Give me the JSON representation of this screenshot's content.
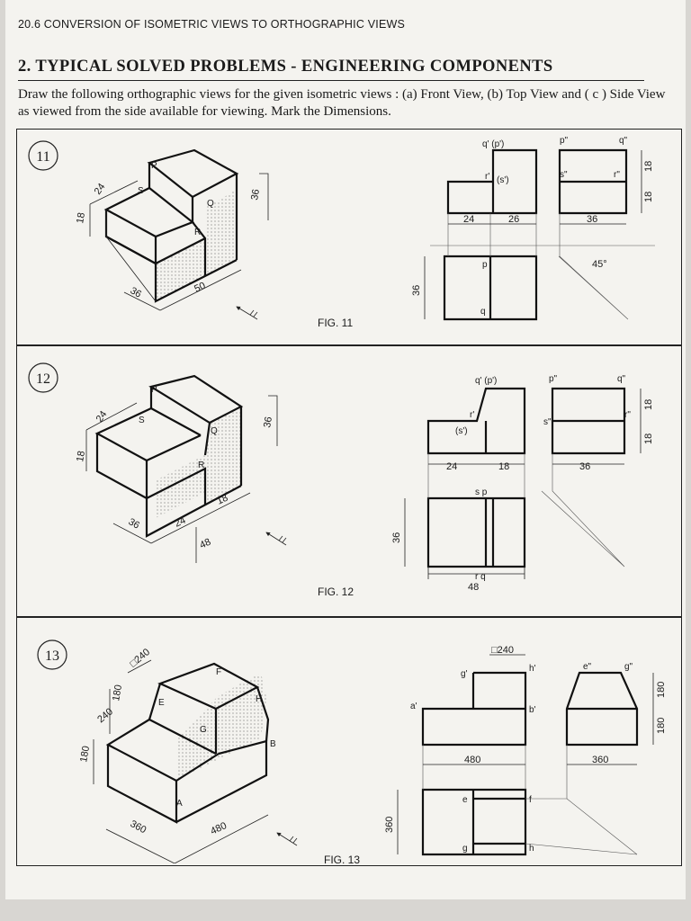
{
  "header": {
    "running_head": "20.6  CONVERSION OF ISOMETRIC VIEWS TO ORTHOGRAPHIC VIEWS"
  },
  "section": {
    "title": "2.  TYPICAL SOLVED PROBLEMS - ENGINEERING COMPONENTS",
    "instructions": "Draw the following orthographic views for the given isometric views : (a) Front View, (b) Top View and ( c ) Side View as viewed from the side available for viewing.   Mark the Dimensions."
  },
  "problems": [
    {
      "number": "11",
      "caption": "FIG. 11",
      "iso_labels": {
        "p": "P",
        "s": "S",
        "q": "Q",
        "r": "R"
      },
      "iso_dims": {
        "d1": "24",
        "d2": "18",
        "d3": "36",
        "d4": "50",
        "d5": "36"
      },
      "view_labels": {
        "qp": "q' (p')",
        "r": "r'",
        "s": "(s')",
        "p2": "p\"",
        "q2": "q\"",
        "s2": "s\"",
        "r2": "r\"",
        "p": "p",
        "q": "q"
      },
      "view_dims": {
        "w1": "24",
        "w2": "26",
        "w3": "36",
        "h1": "18",
        "h2": "18",
        "depth": "36"
      },
      "angle": "45°"
    },
    {
      "number": "12",
      "caption": "FIG. 12",
      "iso_labels": {
        "p": "P",
        "s": "S",
        "q": "Q",
        "r": "R"
      },
      "iso_dims": {
        "d1": "24",
        "d2": "18",
        "d3": "36",
        "d4": "36",
        "d5": "24",
        "d6": "18",
        "d7": "48"
      },
      "view_labels": {
        "qp": "q' (p')",
        "r": "r'",
        "s": "(s')",
        "p2": "p\"",
        "q2": "q\"",
        "s2": "s\"",
        "r2": "r\"",
        "sp": "s  p",
        "rq": "r  q"
      },
      "view_dims": {
        "w1": "24",
        "w2": "18",
        "w3": "36",
        "h1": "18",
        "h2": "18",
        "depth": "36",
        "total": "48"
      }
    },
    {
      "number": "13",
      "caption": "FIG. 13",
      "iso_labels": {
        "a": "A",
        "b": "B",
        "e": "E",
        "f": "F",
        "g": "G",
        "h": "H"
      },
      "iso_dims": {
        "d1": "□240",
        "d2": "180",
        "d3": "240",
        "d4": "180",
        "d5": "360",
        "d6": "480"
      },
      "view_labels": {
        "g1": "g'",
        "h1": "h'",
        "a1": "a'",
        "b1": "b'",
        "e2": "e\"",
        "g2": "g\"",
        "e": "e",
        "f": "f",
        "g": "g",
        "h": "h"
      },
      "view_dims": {
        "sq": "□240",
        "w1": "480",
        "w2": "360",
        "h1": "180",
        "h2": "180",
        "depth": "360"
      }
    }
  ]
}
